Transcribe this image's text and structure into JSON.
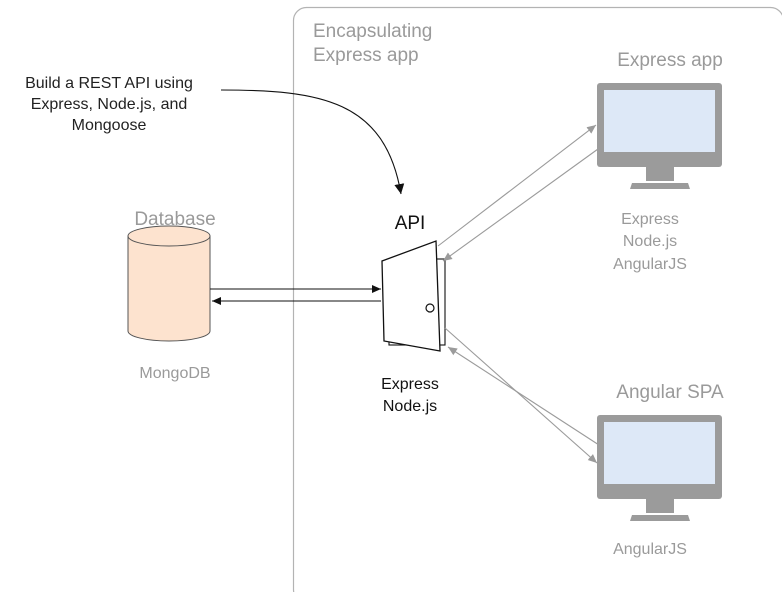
{
  "annotation": {
    "text": "Build a REST API using\nExpress, Node.js, and\nMongoose"
  },
  "container": {
    "title": "Encapsulating\nExpress app"
  },
  "database": {
    "title": "Database",
    "tech": "MongoDB",
    "icon": "database-cylinder-icon"
  },
  "api": {
    "title": "API",
    "tech": "Express\nNode.js",
    "icon": "door-icon"
  },
  "express_app": {
    "title": "Express app",
    "tech": "Express\nNode.js\nAngularJS",
    "icon": "monitor-icon"
  },
  "angular_spa": {
    "title": "Angular SPA",
    "tech": "AngularJS",
    "icon": "monitor-icon"
  },
  "colors": {
    "database_fill": "#fde3cf",
    "screen_fill": "#dde8f7",
    "monitor_frame": "#9b9b9b",
    "muted_text": "#9a9a9a",
    "container_border": "#b3b3b3"
  }
}
